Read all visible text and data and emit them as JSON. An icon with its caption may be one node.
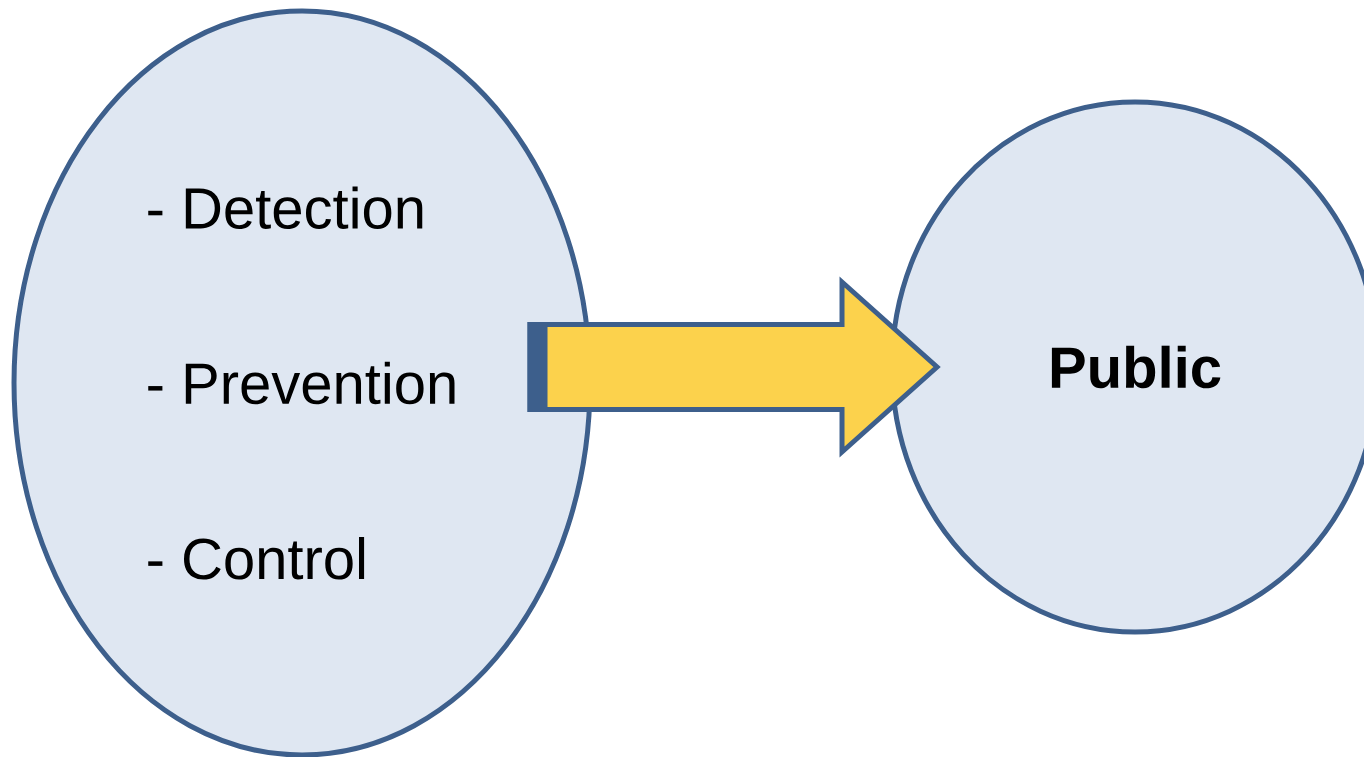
{
  "diagram": {
    "nodes": [
      {
        "text": [
          "- Detection",
          "- Prevention",
          "- Control"
        ]
      },
      {
        "text": [
          "Public"
        ]
      }
    ],
    "edges": [
      {
        "from": 0,
        "to": 1,
        "arrow": "to",
        "color": "#fcd24c"
      }
    ]
  }
}
